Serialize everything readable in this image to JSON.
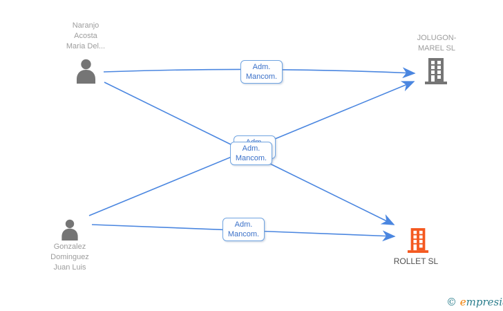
{
  "colors": {
    "line_blue": "#4a86e0",
    "box_border": "#6fa3e0",
    "box_text": "#3a70c8",
    "gray_icon": "#757575",
    "gray_label": "#9c9c9c",
    "dark_label": "#4f4f4f",
    "orange_building": "#f4581f",
    "logo_teal": "#2a7d8c",
    "logo_orange": "#ef7d00"
  },
  "nodes": {
    "person1": {
      "type": "person",
      "line1": "Naranjo",
      "line2": "Acosta",
      "line3": "Maria Del..."
    },
    "person2": {
      "type": "person",
      "line1": "Gonzalez",
      "line2": "Dominguez",
      "line3": "Juan Luis"
    },
    "company1": {
      "type": "company",
      "line1": "JOLUGON-",
      "line2": "MAREL SL"
    },
    "company2": {
      "type": "company",
      "line1": "ROLLET SL"
    }
  },
  "edges": [
    {
      "from": "person1",
      "to": "company1",
      "role_line1": "Adm.",
      "role_line2": "Mancom."
    },
    {
      "from": "person1",
      "to": "company2",
      "role_line1": "Adm.",
      "role_line2": "Mancom."
    },
    {
      "from": "person2",
      "to": "company1",
      "role_line1": "Adm.",
      "role_line2": "Mancom."
    },
    {
      "from": "person2",
      "to": "company2",
      "role_line1": "Adm.",
      "role_line2": "Mancom."
    }
  ],
  "footer": {
    "copyright_symbol": "©",
    "brand_first_letter": "e",
    "brand_rest": "mpresia"
  }
}
